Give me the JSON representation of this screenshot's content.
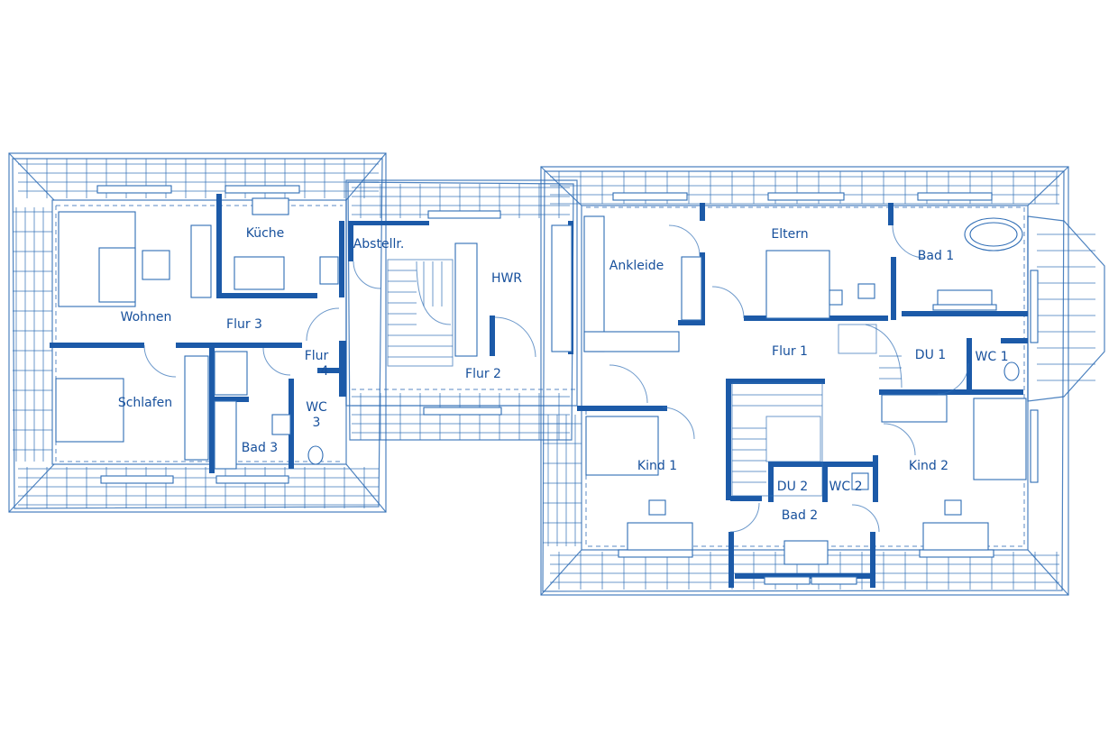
{
  "colors": {
    "ink": "#1c5aa8",
    "sketch": "#2f6db5",
    "background": "#ffffff"
  },
  "rooms": {
    "wohnen": "Wohnen",
    "kueche": "Küche",
    "flur3": "Flur 3",
    "schlafen": "Schlafen",
    "bad3": "Bad 3",
    "flur4_a": "Flur",
    "flur4_b": "4",
    "wc3_a": "WC",
    "wc3_b": "3",
    "abstellr": "Abstellr.",
    "hwr": "HWR",
    "flur2": "Flur 2",
    "ankleide": "Ankleide",
    "eltern": "Eltern",
    "bad1": "Bad 1",
    "flur1": "Flur 1",
    "du1": "DU 1",
    "wc1": "WC 1",
    "kind1": "Kind 1",
    "kind2": "Kind 2",
    "du2": "DU 2",
    "wc2": "WC 2",
    "bad2": "Bad 2"
  }
}
